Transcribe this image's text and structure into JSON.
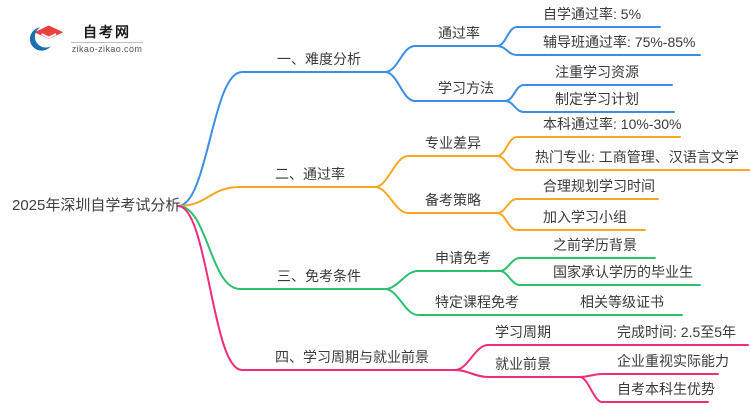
{
  "logo": {
    "title": "自考网",
    "domain": "zikao-zikao.com",
    "icon_red": "#e23c3c",
    "icon_dark_red": "#c9302f",
    "icon_blue": "#1a6fae"
  },
  "root": {
    "label": "2025年深圳自学考试分析"
  },
  "colors": {
    "blue": "#3a8ee6",
    "orange": "#f7a823",
    "green": "#2cc06d",
    "pink": "#ee2e7b"
  },
  "branches": [
    {
      "label": "一、难度分析",
      "color": "#3a8ee6",
      "children": [
        {
          "label": "通过率",
          "leaves": [
            "自学通过率: 5%",
            "辅导班通过率: 75%-85%"
          ]
        },
        {
          "label": "学习方法",
          "leaves": [
            "注重学习资源",
            "制定学习计划"
          ]
        }
      ]
    },
    {
      "label": "二、通过率",
      "color": "#f7a823",
      "children": [
        {
          "label": "专业差异",
          "leaves": [
            "本科通过率: 10%-30%",
            "热门专业: 工商管理、汉语言文学"
          ]
        },
        {
          "label": "备考策略",
          "leaves": [
            "合理规划学习时间",
            "加入学习小组"
          ]
        }
      ]
    },
    {
      "label": "三、免考条件",
      "color": "#2cc06d",
      "children": [
        {
          "label": "申请免考",
          "leaves": [
            "之前学历背景",
            "国家承认学历的毕业生"
          ]
        },
        {
          "label": "特定课程免考",
          "leaves": [
            "相关等级证书"
          ]
        }
      ]
    },
    {
      "label": "四、学习周期与就业前景",
      "color": "#ee2e7b",
      "children": [
        {
          "label": "学习周期",
          "leaves": [
            "完成时间: 2.5至5年"
          ]
        },
        {
          "label": "就业前景",
          "leaves": [
            "企业重视实际能力",
            "自考本科生优势"
          ]
        }
      ]
    }
  ]
}
